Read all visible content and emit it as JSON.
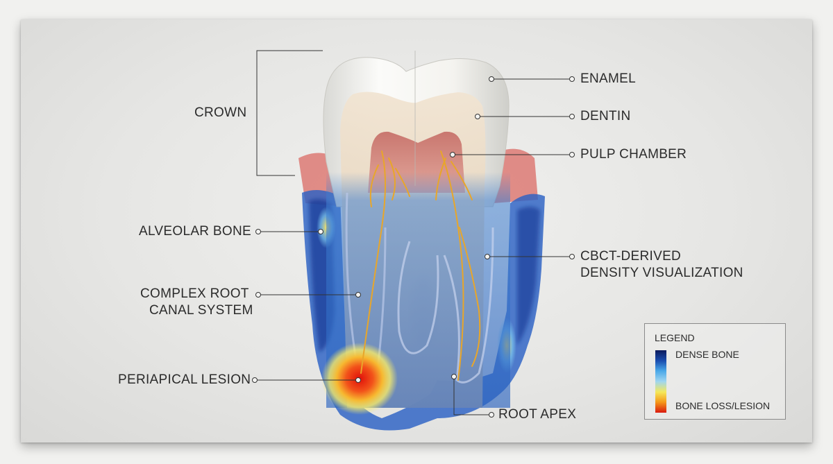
{
  "labels": {
    "crown": "CROWN",
    "enamel": "ENAMEL",
    "dentin": "DENTIN",
    "pulp_chamber": "PULP CHAMBER",
    "alveolar_bone": "ALVEOLAR BONE",
    "cbct_line1": "CBCT-DERIVED",
    "cbct_line2": "DENSITY VISUALIZATION",
    "root_canal_line1": "COMPLEX ROOT",
    "root_canal_line2": "CANAL SYSTEM",
    "periapical_lesion": "PERIAPICAL LESION",
    "root_apex": "ROOT APEX"
  },
  "legend": {
    "title": "LEGEND",
    "top_label": "DENSE BONE",
    "bottom_label": "BONE LOSS/LESION",
    "gradient_colors": [
      "#0b1a5c",
      "#1b4fb0",
      "#4aa8e8",
      "#9fd6f0",
      "#f5e85a",
      "#f59a1a",
      "#d91a0e"
    ]
  },
  "colors": {
    "enamel": "#f7f6f2",
    "dentin": "#ead9c3",
    "pulp": "#d98e86",
    "gum": "#e07a78",
    "nerve": "#e8a62a",
    "dense_bone": "#1b4fb0",
    "lesion": "#e01a0e"
  }
}
